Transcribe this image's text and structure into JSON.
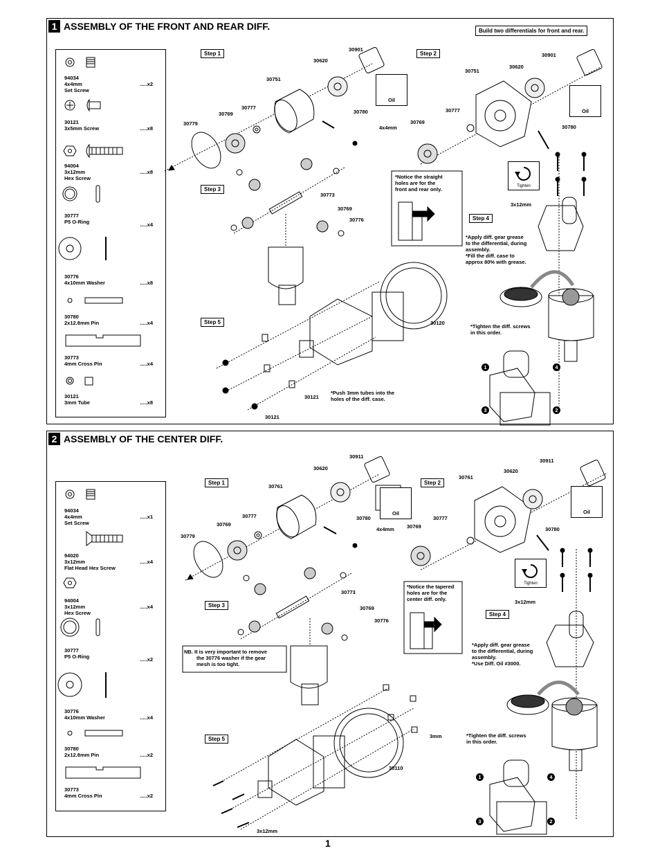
{
  "sec1": {
    "num": "1",
    "title": "ASSEMBLY OF THE FRONT AND REAR DIFF.",
    "note": "Build two differentials for front and rear.",
    "parts": [
      {
        "code": "94034",
        "size": "4x4mm",
        "name": "Set Screw",
        "qty": ".....x2"
      },
      {
        "code": "30121",
        "size": "3x5mm Screw",
        "name": "",
        "qty": ".....x8"
      },
      {
        "code": "94004",
        "size": "3x12mm",
        "name": "Hex Screw",
        "qty": ".....x8"
      },
      {
        "code": "30777",
        "size": "P5 O-Ring",
        "name": "",
        "qty": ".....x4"
      },
      {
        "code": "30776",
        "size": "4x10mm Washer",
        "name": "",
        "qty": ".....x8"
      },
      {
        "code": "30780",
        "size": "2x12.8mm Pin",
        "name": "",
        "qty": ".....x4"
      },
      {
        "code": "30773",
        "size": "4mm Cross Pin",
        "name": "",
        "qty": ".....x4"
      },
      {
        "code": "30121",
        "size": "3mm Tube",
        "name": "",
        "qty": ".....x8"
      }
    ],
    "steps": [
      "Step 1",
      "Step 2",
      "Step 3",
      "Step 4",
      "Step 5"
    ],
    "labels": {
      "l30901a": "30901",
      "l30620a": "30620",
      "l30751a": "30751",
      "l30777a": "30777",
      "l30769a": "30769",
      "l30779": "30779",
      "l30780a": "30780",
      "l4x4": "4x4mm",
      "l30901b": "30901",
      "l30620b": "30620",
      "l30751b": "30751",
      "l30777b": "30777",
      "l30769b": "30769",
      "l30780b": "30780",
      "l30773": "30773",
      "l30769c": "30769",
      "l30776": "30776",
      "l3x12": "3x12mm",
      "l30120": "30120",
      "l30121a": "30121",
      "l30121b": "30121"
    },
    "oil": "Oil",
    "tighten": "Tighten",
    "notice": [
      "*Notice the straight",
      "holes are for the",
      "front and rear only."
    ],
    "grease": [
      "*Apply diff. gear grease",
      "to the differential, during",
      "assembly.",
      "*Fill the diff. case to",
      "approx 80% with grease."
    ],
    "order": [
      "*Tighten the diff. screws",
      "in this order."
    ],
    "tubes": [
      "*Push 3mm tubes into the",
      "holes of the diff. case."
    ],
    "nums": [
      "1",
      "4",
      "3",
      "2"
    ]
  },
  "sec2": {
    "num": "2",
    "title": "ASSEMBLY OF THE CENTER DIFF.",
    "parts": [
      {
        "code": "94034",
        "size": "4x4mm",
        "name": "Set Screw",
        "qty": ".....x1"
      },
      {
        "code": "94020",
        "size": "3x12mm",
        "name": "Flat Head Hex Screw",
        "qty": ".....x4"
      },
      {
        "code": "94004",
        "size": "3x12mm",
        "name": "Hex Screw",
        "qty": ".....x4"
      },
      {
        "code": "30777",
        "size": "P5 O-Ring",
        "name": "",
        "qty": ".....x2"
      },
      {
        "code": "30776",
        "size": "4x10mm Washer",
        "name": "",
        "qty": ".....x4"
      },
      {
        "code": "30780",
        "size": "2x12.8mm Pin",
        "name": "",
        "qty": ".....x2"
      },
      {
        "code": "30773",
        "size": "4mm Cross Pin",
        "name": "",
        "qty": ".....x2"
      }
    ],
    "steps": [
      "Step 1",
      "Step 2",
      "Step 3",
      "Step 4",
      "Step 5"
    ],
    "labels": {
      "l30911a": "30911",
      "l30620a": "30620",
      "l30761a": "30761",
      "l30777a": "30777",
      "l30769a": "30769",
      "l30779": "30779",
      "l30780a": "30780",
      "l4x4": "4x4mm",
      "l30911b": "30911",
      "l30620b": "30620",
      "l30761b": "30761",
      "l30777b": "30777",
      "l30769b": "30769",
      "l30780b": "30780",
      "l30773": "30773",
      "l30769c": "30769",
      "l30776": "30776",
      "l3x12a": "3x12mm",
      "l3mm": "3mm",
      "l30110": "30110",
      "l3x12b": "3x12mm"
    },
    "oil": "Oil",
    "tighten": "Tighten",
    "notice": [
      "*Notice the tapered",
      "holes are for the",
      "center diff. only."
    ],
    "nb": [
      "NB. It is very important to remove",
      "the 30776 washer if the  gear",
      "mesh is too tight."
    ],
    "grease": [
      "*Apply diff. gear grease",
      "to the differential, during",
      "assembly.",
      "*Use Diff. Oil #3000."
    ],
    "order": [
      "*Tighten the diff. screws",
      "in this order."
    ],
    "nums": [
      "1",
      "4",
      "3",
      "2"
    ]
  },
  "page": "1"
}
